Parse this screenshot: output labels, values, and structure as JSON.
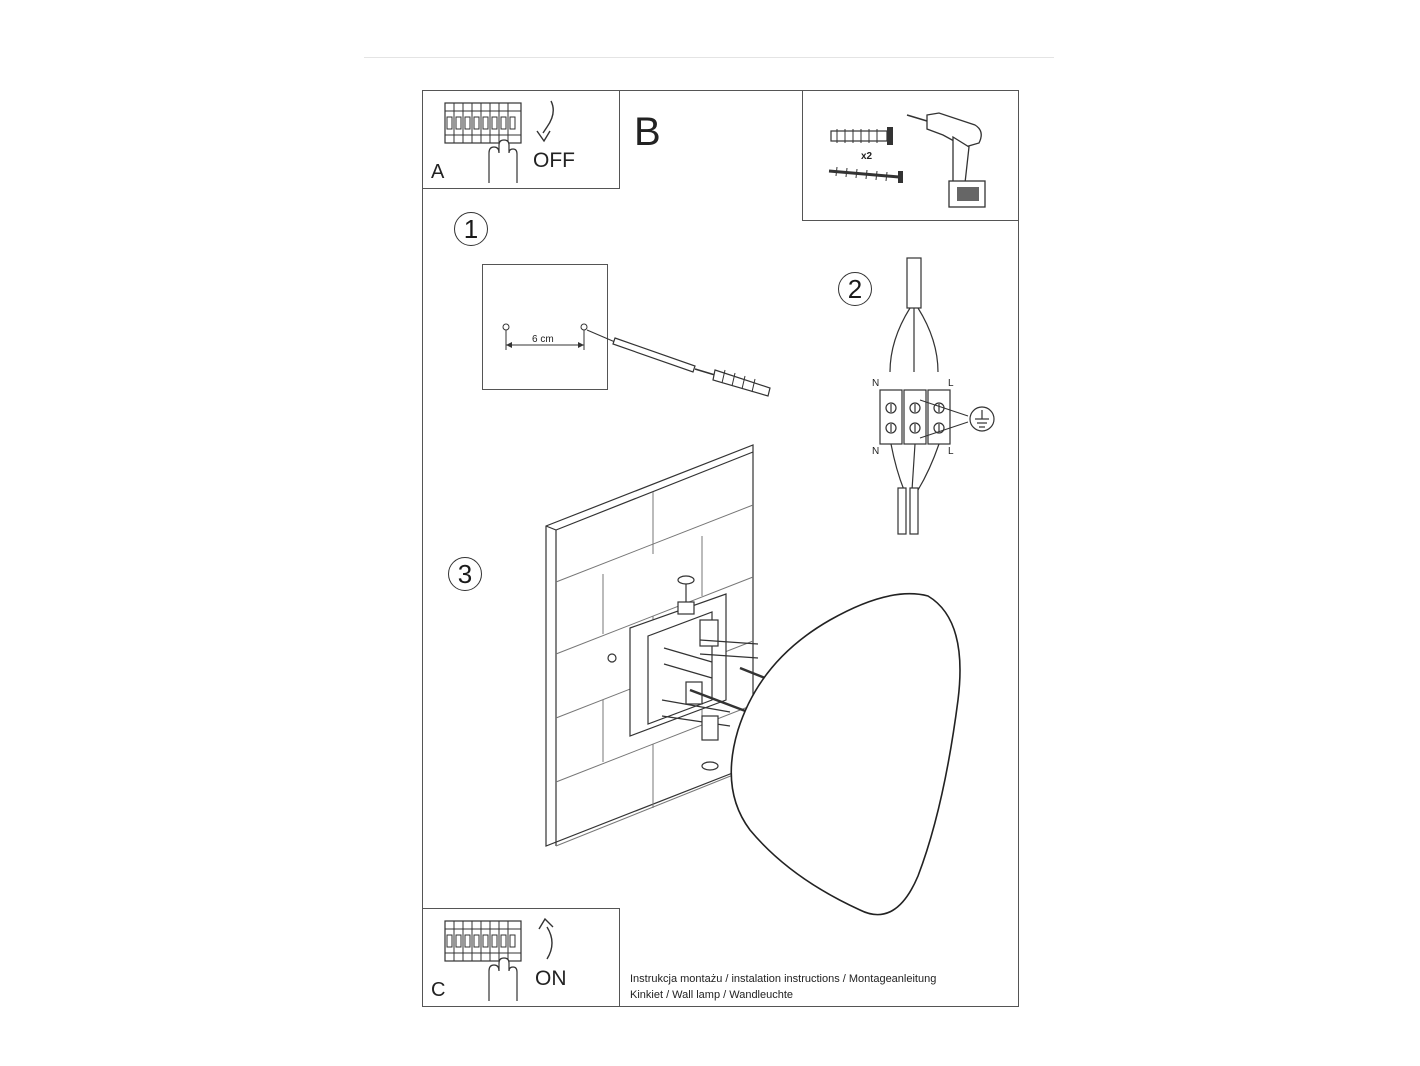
{
  "sheet": {
    "panel_a": {
      "letter": "A",
      "switch_label": "OFF"
    },
    "letter_b": "B",
    "tools": {
      "quantity": "x2"
    },
    "step1": {
      "number": "1",
      "distance": "6 cm"
    },
    "step2": {
      "number": "2",
      "top_n": "N",
      "top_l": "L",
      "bottom_n": "N",
      "bottom_l": "L"
    },
    "step3": {
      "number": "3"
    },
    "panel_c": {
      "letter": "C",
      "switch_label": "ON"
    },
    "footer": {
      "line1": "Instrukcja montażu / instalation instructions / Montageanleitung",
      "line2": "Kinkiet / Wall lamp / Wandleuchte"
    }
  }
}
